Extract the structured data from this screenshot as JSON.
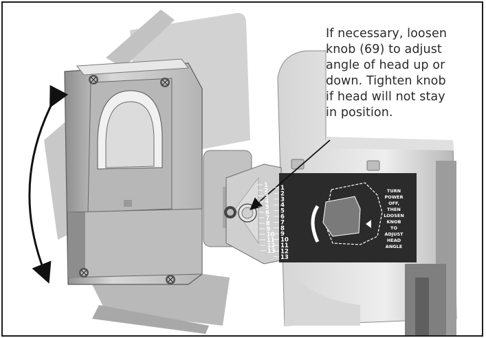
{
  "callout": {
    "lines": [
      "If necessary, loosen",
      "knob (69) to adjust",
      "angle of head up or",
      "down. Tighten knob",
      "if head will not stay",
      "in position."
    ]
  },
  "decal": {
    "scale_left": [
      "1",
      "2",
      "3",
      "4",
      "5",
      "6",
      "7",
      "8",
      "9",
      "10",
      "11",
      "12",
      "13"
    ],
    "scale_right": [
      "1",
      "2",
      "3",
      "4",
      "5",
      "6",
      "7",
      "8",
      "9",
      "10",
      "11",
      "12",
      "13"
    ],
    "instruction_lines": [
      "TURN",
      "POWER",
      "OFF,",
      "THEN",
      "LOOSEN",
      "KNOB",
      "TO",
      "ADJUST",
      "HEAD",
      "ANGLE"
    ]
  },
  "colors": {
    "frame": "#1a1a1a",
    "decal_background": "#2b2b2b",
    "housing": "#c9c9c9",
    "shadow_head": "#a9a9a9",
    "callout_text": "#2a2a2a"
  },
  "icons": [
    "double-arrow-icon",
    "pointer-arrow-icon",
    "knob-icon",
    "screw-icon"
  ]
}
